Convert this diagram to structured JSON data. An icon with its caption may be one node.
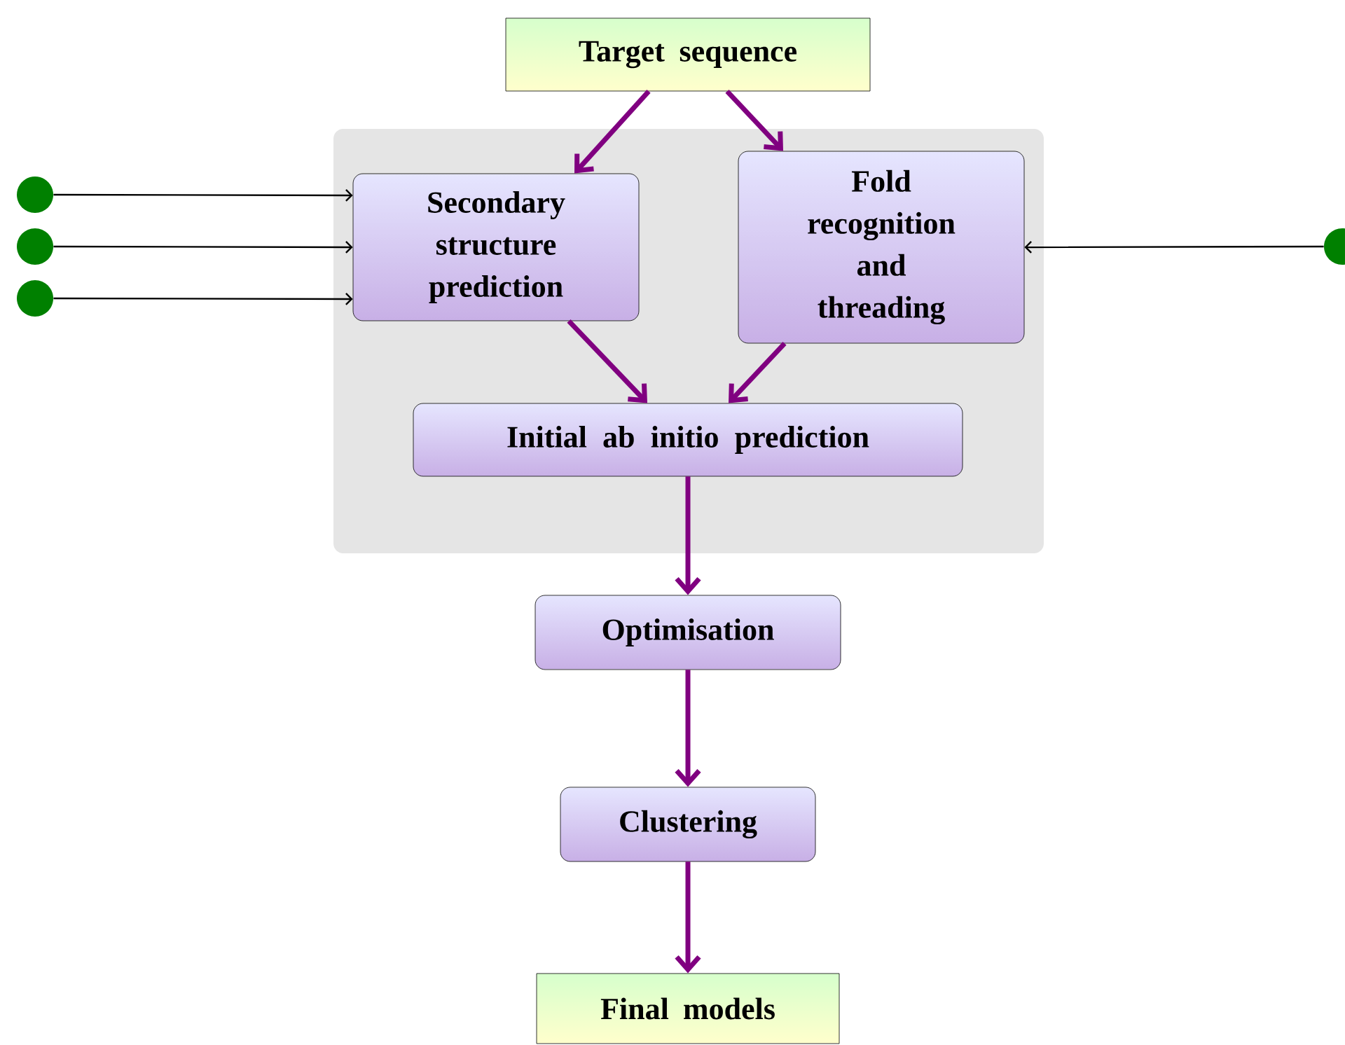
{
  "diagram": {
    "nodes": [
      {
        "text": [
          "Target sequence"
        ]
      },
      {
        "text": [],
        "shape": "box"
      },
      {
        "text": [
          "Secondary structure prediction"
        ],
        "in": 1
      },
      {
        "text": [
          "Fold recognition and threading"
        ],
        "in": 1
      },
      {
        "text": [
          "Initial ab initio prediction"
        ],
        "in": 1
      },
      {
        "text": [
          "Optimisation"
        ]
      },
      {
        "text": [
          "Clustering"
        ]
      },
      {
        "text": [
          "Final models"
        ]
      },
      {
        "text": [],
        "shape": "circle"
      },
      {
        "text": [],
        "shape": "circle"
      },
      {
        "text": [],
        "shape": "circle"
      },
      {
        "text": [],
        "shape": "circle"
      }
    ],
    "edges": [
      {
        "from": 0,
        "to": 2,
        "arrow": "to"
      },
      {
        "from": 0,
        "to": 3,
        "arrow": "to"
      },
      {
        "from": 2,
        "to": 4,
        "arrow": "to"
      },
      {
        "from": 3,
        "to": 4,
        "arrow": "to"
      },
      {
        "from": 4,
        "to": 5,
        "arrow": "to"
      },
      {
        "from": 5,
        "to": 6,
        "arrow": "to"
      },
      {
        "from": 6,
        "to": 7,
        "arrow": "to"
      },
      {
        "from": 8,
        "to": 2,
        "arrow": "to",
        "color": "#000000"
      },
      {
        "from": 9,
        "to": 2,
        "arrow": "to",
        "color": "#000000"
      },
      {
        "from": 10,
        "to": 2,
        "arrow": "to",
        "color": "#000000"
      },
      {
        "from": 11,
        "to": 3,
        "arrow": "to",
        "color": "#000000"
      }
    ]
  }
}
